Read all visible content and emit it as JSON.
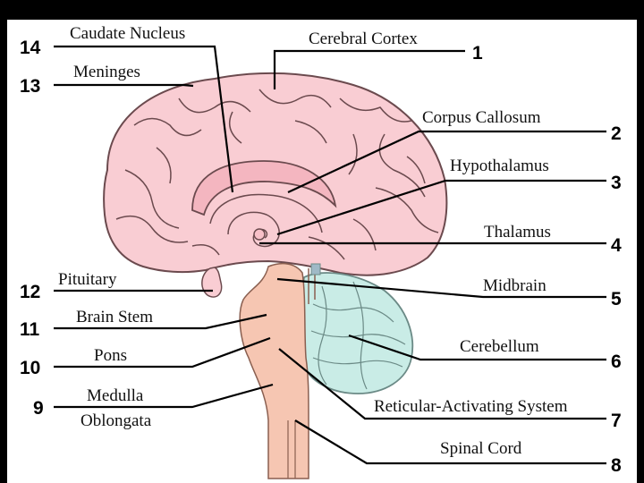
{
  "diagram": {
    "labels": [
      {
        "number": "1",
        "text": "Cerebral Cortex"
      },
      {
        "number": "2",
        "text": "Corpus Callosum"
      },
      {
        "number": "3",
        "text": "Hypothalamus"
      },
      {
        "number": "4",
        "text": "Thalamus"
      },
      {
        "number": "5",
        "text": "Midbrain"
      },
      {
        "number": "6",
        "text": "Cerebellum"
      },
      {
        "number": "7",
        "text": "Reticular-Activating System"
      },
      {
        "number": "8",
        "text": "Spinal Cord"
      },
      {
        "number": "9",
        "text": "Medulla",
        "text2": "Oblongata"
      },
      {
        "number": "10",
        "text": "Pons"
      },
      {
        "number": "11",
        "text": "Brain Stem"
      },
      {
        "number": "12",
        "text": "Pituitary"
      },
      {
        "number": "13",
        "text": "Meninges"
      },
      {
        "number": "14",
        "text": "Caudate Nucleus"
      }
    ],
    "colors": {
      "cerebrum": "#f9cdd3",
      "cerebrum_outline": "#6b4a4e",
      "brainstem": "#f6c6b2",
      "cerebellum": "#c9ece6",
      "leader_lines": "#000000"
    }
  }
}
